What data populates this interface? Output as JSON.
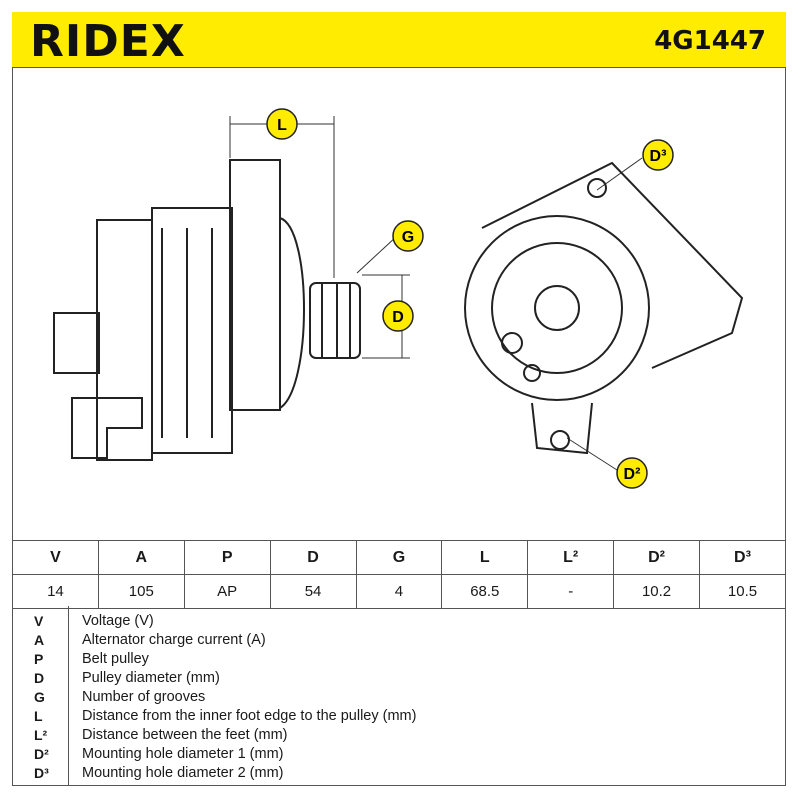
{
  "header": {
    "brand": "RIDEX",
    "part_number": "4G1447"
  },
  "drawing": {
    "labels": {
      "L": "L",
      "G": "G",
      "D": "D",
      "D2": "D²",
      "D3": "D³"
    }
  },
  "spec_table": {
    "headers": [
      "V",
      "A",
      "P",
      "D",
      "G",
      "L",
      "L²",
      "D²",
      "D³"
    ],
    "values": [
      "14",
      "105",
      "AP",
      "54",
      "4",
      "68.5",
      "-",
      "10.2",
      "10.5"
    ]
  },
  "legend": [
    {
      "code": "V",
      "desc": "Voltage (V)"
    },
    {
      "code": "A",
      "desc": "Alternator charge current (A)"
    },
    {
      "code": "P",
      "desc": "Belt pulley"
    },
    {
      "code": "D",
      "desc": "Pulley diameter (mm)"
    },
    {
      "code": "G",
      "desc": "Number of grooves"
    },
    {
      "code": "L",
      "desc": "Distance from the inner foot edge to the pulley (mm)"
    },
    {
      "code": "L²",
      "desc": "Distance between the feet (mm)"
    },
    {
      "code": "D²",
      "desc": "Mounting hole diameter 1 (mm)"
    },
    {
      "code": "D³",
      "desc": "Mounting hole diameter 2 (mm)"
    }
  ]
}
